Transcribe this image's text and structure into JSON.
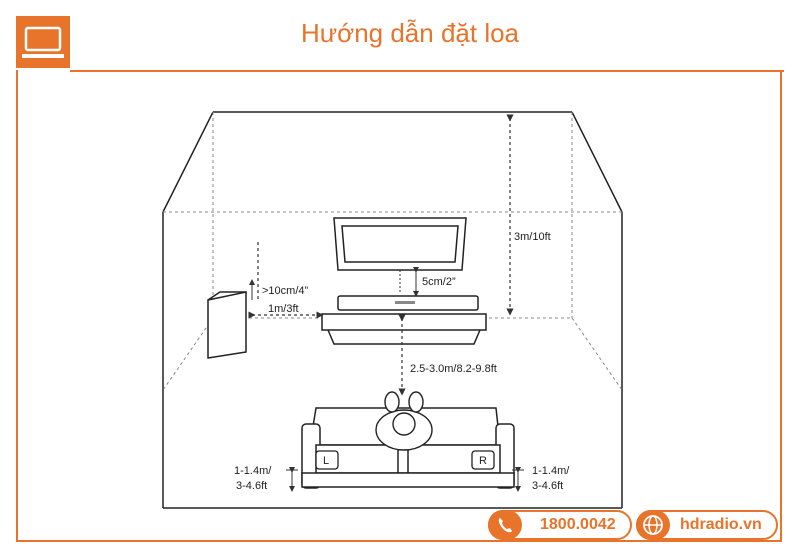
{
  "header": {
    "title": "Hướng dẫn đặt loa",
    "brand_color": "#e8742b"
  },
  "diagram": {
    "labels": {
      "ceiling_height": "3m/10ft",
      "tv_gap": "5cm/2”",
      "sub_gap": ">10cm/4”",
      "sub_distance": "1m/3ft",
      "listening_distance": "2.5-3.0m/8.2-9.8ft",
      "left_height_1": "1-1.4m/",
      "left_height_2": "3-4.6ft",
      "right_height_1": "1-1.4m/",
      "right_height_2": "3-4.6ft",
      "speaker_left": "L",
      "speaker_right": "R"
    }
  },
  "footer": {
    "phone": "1800.0042",
    "website": "hdradio.vn",
    "phone_icon": "phone-icon",
    "web_icon": "globe-icon"
  }
}
